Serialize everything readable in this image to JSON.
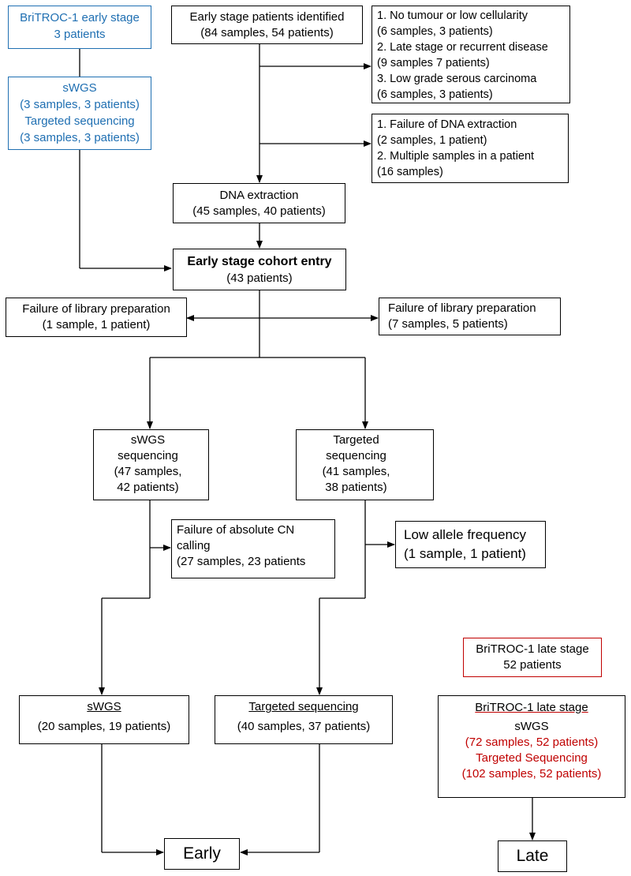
{
  "britroc_early": {
    "line1": "BriTROC-1 early stage",
    "line2": "3 patients"
  },
  "britroc_early_seq": {
    "line1": "sWGS",
    "line2": "(3 samples, 3 patients)",
    "line3": "Targeted sequencing",
    "line4": "(3 samples, 3 patients)"
  },
  "identified": {
    "line1": "Early stage patients identified",
    "line2": "(84 samples, 54 patients)"
  },
  "exclusion1": {
    "line1": "1. No tumour or low cellularity",
    "line2": "(6 samples, 3 patients)",
    "line3": "2. Late stage or recurrent disease",
    "line4": "(9 samples 7 patients)",
    "line5": "3. Low grade serous carcinoma",
    "line6": "(6 samples, 3 patients)"
  },
  "exclusion2": {
    "line1": "1. Failure of DNA extraction",
    "line2": "(2 samples, 1 patient)",
    "line3": "2. Multiple samples in a patient",
    "line4": "(16 samples)"
  },
  "dna_extraction": {
    "line1": "DNA extraction",
    "line2": "(45 samples, 40 patients)"
  },
  "cohort_entry": {
    "line1": "Early stage cohort entry",
    "line2": "(43 patients)"
  },
  "lib_fail_left": {
    "line1": "Failure of library preparation",
    "line2": "(1 sample, 1 patient)"
  },
  "lib_fail_right": {
    "line1": "Failure of library preparation",
    "line2": "(7 samples, 5 patients)"
  },
  "swgs_seq": {
    "line1": "sWGS",
    "line2": "sequencing",
    "line3": "(47 samples,",
    "line4": "42 patients)"
  },
  "targeted_seq": {
    "line1": "Targeted",
    "line2": "sequencing",
    "line3": "(41 samples,",
    "line4": "38 patients)"
  },
  "cn_fail": {
    "line1": "Failure of absolute CN",
    "line2": "calling",
    "line3": "(27 samples, 23 patients"
  },
  "low_af": {
    "line1": "Low allele frequency",
    "line2": "(1 sample, 1 patient)"
  },
  "late_small": {
    "line1": "BriTROC-1 late stage",
    "line2": "52 patients"
  },
  "swgs_final": {
    "line1": "sWGS",
    "line2": "(20 samples, 19 patients)"
  },
  "targeted_final": {
    "line1": "Targeted sequencing",
    "line2": "(40 samples, 37 patients)"
  },
  "late_big": {
    "line1": "BriTROC-1 late stage",
    "line2": "sWGS",
    "line3": "(72 samples, 52 patients)",
    "line4": "Targeted Sequencing",
    "line5": "(102 samples, 52 patients)"
  },
  "early_label": "Early",
  "late_label": "Late",
  "colors": {
    "britroc_early_blue": "#1f6fb2",
    "late_red": "#c00000"
  }
}
